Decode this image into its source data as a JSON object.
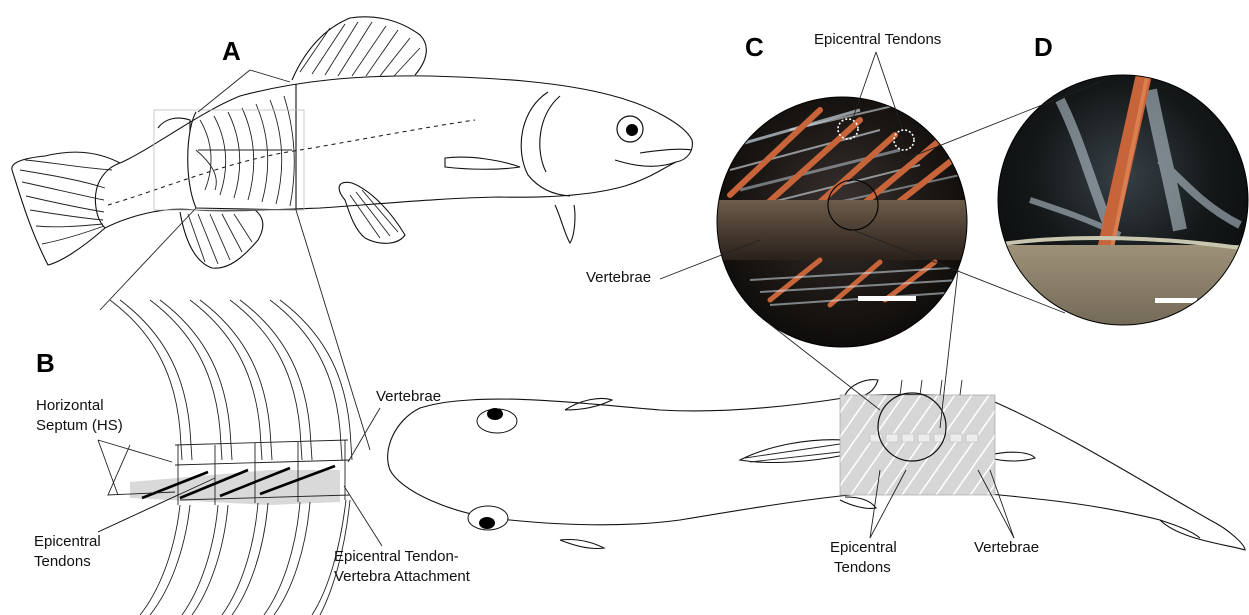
{
  "panels": {
    "a": "A",
    "b": "B",
    "c": "C",
    "d": "D"
  },
  "labels": {
    "epicentral_tendons_c": "Epicentral Tendons",
    "vertebrae_c": "Vertebrae",
    "horizontal_septum_line1": "Horizontal",
    "horizontal_septum_line2": "Septum (HS)",
    "vertebrae_b": "Vertebrae",
    "epicentral_tendons_b_line1": "Epicentral",
    "epicentral_tendons_b_line2": "Tendons",
    "attachment_line1": "Epicentral Tendon-",
    "attachment_line2": "Vertebra Attachment",
    "epicentral_tendons_bottom_line1": "Epicentral",
    "epicentral_tendons_bottom_line2": "Tendons",
    "vertebrae_bottom": "Vertebrae"
  },
  "colors": {
    "outline": "#111111",
    "tendon_orange": "#c8643a",
    "micro_dark": "#1f1a16",
    "septum_gray": "#d9d9d9",
    "fish_fill": "#ffffff"
  }
}
